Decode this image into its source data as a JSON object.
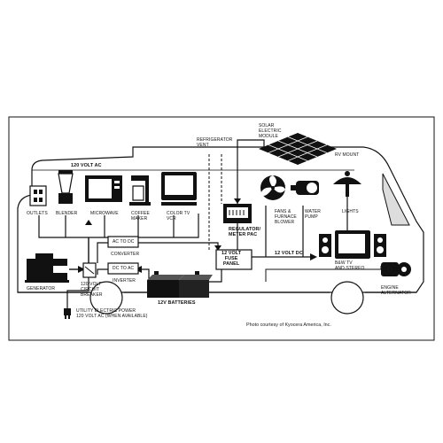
{
  "labels": {
    "volt120ac": "120 VOLT AC",
    "outlets": "OUTLETS",
    "blender": "BLENDER",
    "microwave": "MICROWAVE",
    "coffee_maker": "COFFEE\nMAKER",
    "color_tv": "COLOR TV\nVCR",
    "refrigerator_vent": "REFRIGERATOR\nVENT",
    "solar_module": "SOLAR\nELECTRIC\nMODULE",
    "rv_mount": "RV MOUNT",
    "fans": "FANS &\nFURNACE\nBLOWER",
    "water_pump": "WATER\nPUMP",
    "lights": "LIGHTS",
    "regulator": "REGULATOR/\nMETER PAC",
    "ac_to_dc": "AC TO DC",
    "converter": "CONVERTER",
    "dc_to_ac": "DC TO AC",
    "inverter": "INVERTER",
    "fuse_panel": "12 VOLT\nFUSE\nPANEL",
    "volt12dc": "12 VOLT DC",
    "bw_tv": "B&W TV\nAND STEREO",
    "generator": "GENERATOR",
    "breaker": "120 VOLT\nCIRCUIT\nBREAKER",
    "batteries": "12V BATTERIES",
    "utility": "UTILITY ELECTRIC POWER\n120 VOLT AC (WHEN AVAILABLE)",
    "engine_alternator": "ENGINE\nALTERNATOR",
    "credit": "Photo courtesy of Kyocera America, Inc."
  },
  "colors": {
    "ink": "#111111",
    "paper": "#ffffff",
    "panel": "#e4e4e4"
  },
  "icons": [
    "outlet-icon",
    "blender-icon",
    "microwave-icon",
    "coffee-maker-icon",
    "tv-icon",
    "solar-panel-icon",
    "fan-icon",
    "water-pump-icon",
    "lamp-icon",
    "meter-icon",
    "speaker-icon",
    "generator-icon",
    "battery-icon",
    "alternator-icon",
    "plug-icon"
  ]
}
